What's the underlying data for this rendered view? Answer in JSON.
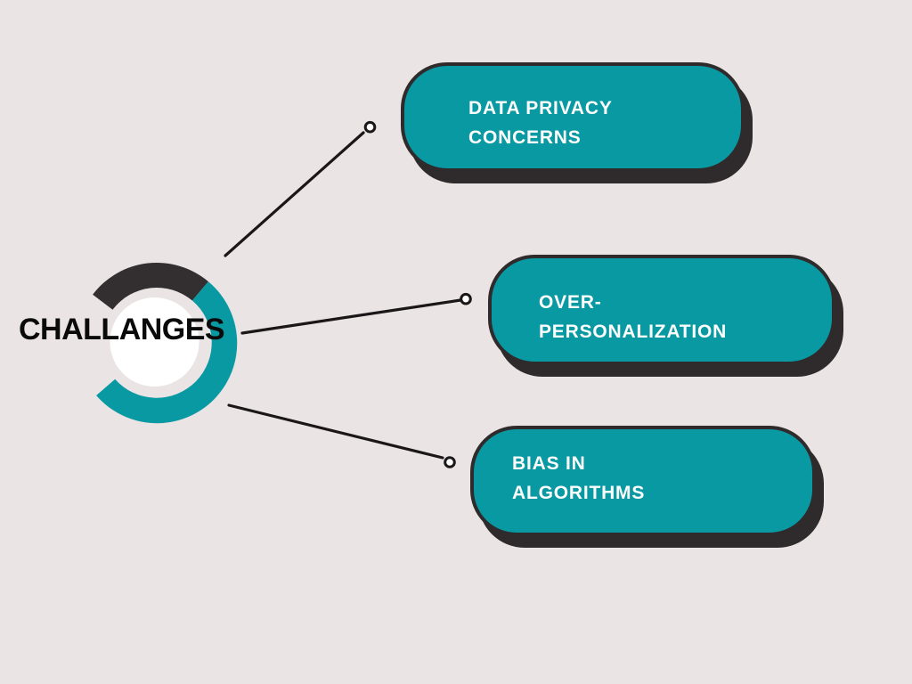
{
  "title": "CHALLANGES",
  "colors": {
    "background": "#ebe4e5",
    "node_fill": "#0899a2",
    "dark_outline": "#2f2a2b",
    "connector_line": "#1b1718",
    "node_text": "#fdfdfd",
    "title_text": "#0a0a0a",
    "donut_dark_segment": "#332e2f",
    "donut_teal_segment": "#0899a2",
    "donut_inner_circle": "#ffffff"
  },
  "nodes": [
    {
      "id": "data-privacy-concerns",
      "line1": "DATA PRIVACY",
      "line2": "CONCERNS"
    },
    {
      "id": "over-personalization",
      "line1": "OVER-",
      "line2": "PERSONALIZATION"
    },
    {
      "id": "bias-in-algorithms",
      "line1": "BIAS IN",
      "line2": "ALGORITHMS"
    }
  ]
}
